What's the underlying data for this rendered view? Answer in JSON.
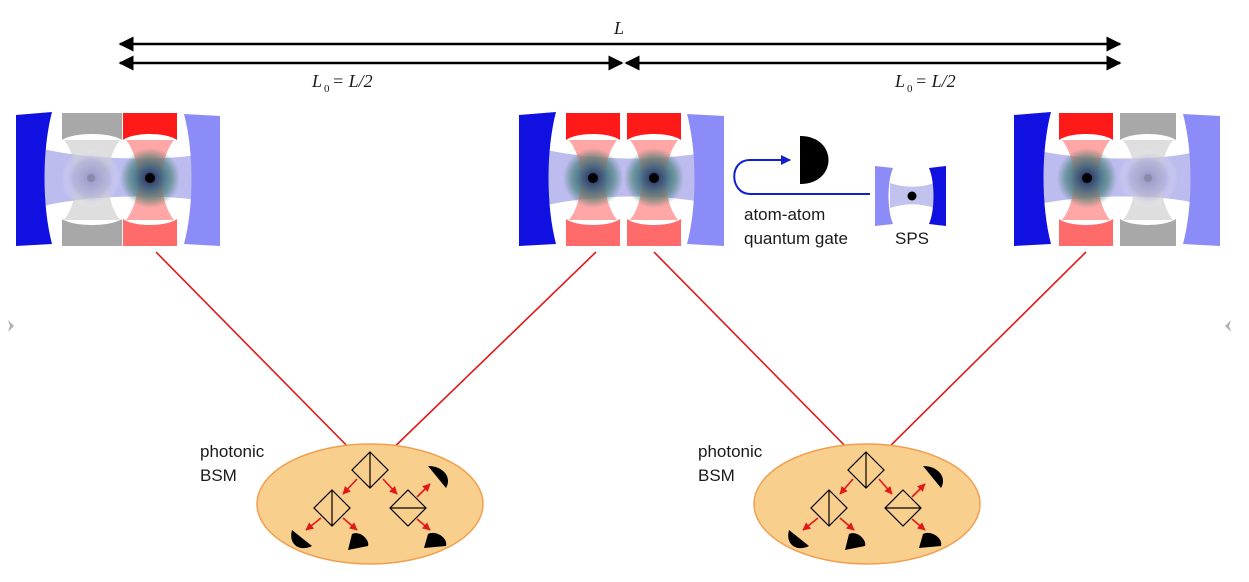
{
  "dimensions": {
    "total": "L",
    "half_left_var": "L",
    "half_left_sub": "0",
    "half_left_eq": "= L/2",
    "half_right_var": "L",
    "half_right_sub": "0",
    "half_right_eq": "= L/2"
  },
  "labels": {
    "gate_line1": "atom-atom",
    "gate_line2": "quantum gate",
    "sps": "SPS",
    "bsm_left_line1": "photonic",
    "bsm_left_line2": "BSM",
    "bsm_right_line1": "photonic",
    "bsm_right_line2": "BSM"
  },
  "colors": {
    "mirror_dark_blue": "#1010e0",
    "mirror_light_blue": "#8c8cf8",
    "mirror_red": "#ff1a1a",
    "mirror_pink": "#ff6b6b",
    "mirror_gray": "#a8a8a8",
    "photon_line": "#e01818",
    "bsm_fill": "#f9cf8e",
    "bsm_stroke": "#f0a050",
    "arrow": "#000000",
    "feedback_line": "#1020d0"
  }
}
